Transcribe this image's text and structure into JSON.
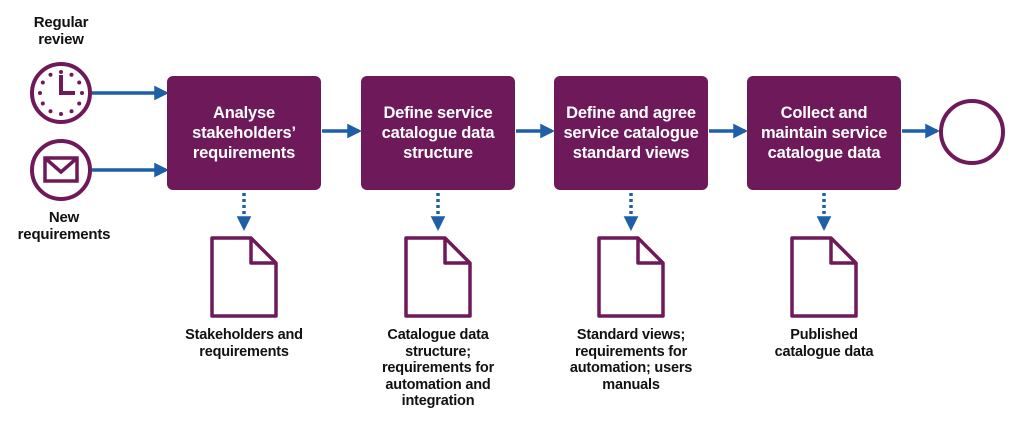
{
  "colors": {
    "process": "#6e1a5a",
    "arrow": "#1f5fa8",
    "outline": "#6e1a5a"
  },
  "triggers": [
    {
      "label": "Regular review",
      "icon": "clock-icon"
    },
    {
      "label": "New requirements",
      "icon": "envelope-icon"
    }
  ],
  "steps": [
    {
      "label": "Analyse stakeholders’ requirements"
    },
    {
      "label": "Define service catalogue data structure"
    },
    {
      "label": "Define and agree service catalogue standard views"
    },
    {
      "label": "Collect and maintain service catalogue data"
    }
  ],
  "outputs": [
    {
      "label": "Stakeholders and requirements",
      "icon": "document-icon"
    },
    {
      "label": "Catalogue data structure; requirements for automation and integration",
      "icon": "document-icon"
    },
    {
      "label": "Standard views; requirements for automation; users manuals",
      "icon": "document-icon"
    },
    {
      "label": "Published catalogue data",
      "icon": "document-icon"
    }
  ],
  "end_event": {
    "icon": "end-circle-icon"
  }
}
